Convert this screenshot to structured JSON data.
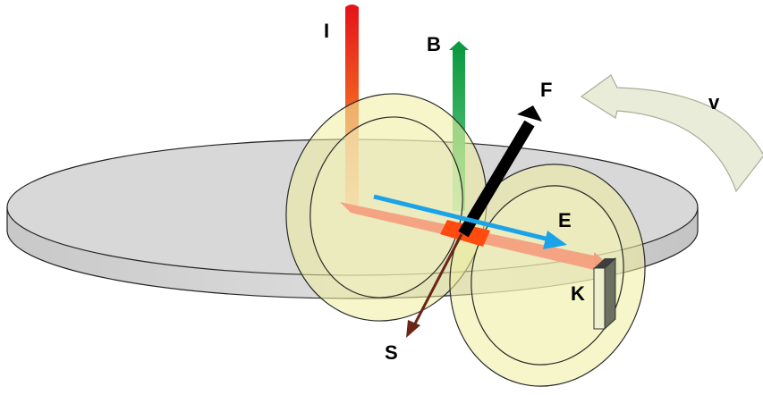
{
  "labels": {
    "I": "I",
    "B": "B",
    "F": "F",
    "v": "v",
    "E": "E",
    "K": "K",
    "S": "S"
  },
  "colors": {
    "disc_top": "#d9d9d9",
    "disc_side": "#cfcfcf",
    "ring": "#eeeea0",
    "ring_stroke": "#2a2a2a",
    "I": "#e0201a",
    "B": "#1aa050",
    "F": "#000000",
    "E": "#1aa3e8",
    "S": "#6b2416",
    "v": "#e8ecd8",
    "current_path": "#f4a080",
    "contact": "#ff4a10",
    "K_light": "#eef0cc",
    "K_dark": "#6b7060"
  },
  "icons": {
    "v": "curved-arrow-icon"
  }
}
